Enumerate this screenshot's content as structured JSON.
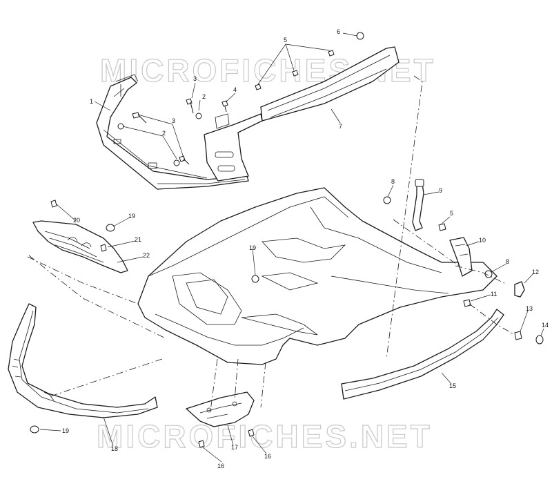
{
  "watermark": {
    "text": "MICROFICHES.NET"
  },
  "callouts": [
    {
      "id": "c1",
      "text": "1"
    },
    {
      "id": "c2a",
      "text": "2"
    },
    {
      "id": "c2b",
      "text": "2"
    },
    {
      "id": "c3a",
      "text": "3"
    },
    {
      "id": "c3b",
      "text": "3"
    },
    {
      "id": "c4",
      "text": "4"
    },
    {
      "id": "c5a",
      "text": "5"
    },
    {
      "id": "c5b",
      "text": "5"
    },
    {
      "id": "c6",
      "text": "6"
    },
    {
      "id": "c7",
      "text": "7"
    },
    {
      "id": "c8a",
      "text": "8"
    },
    {
      "id": "c8b",
      "text": "8"
    },
    {
      "id": "c9",
      "text": "9"
    },
    {
      "id": "c10",
      "text": "10"
    },
    {
      "id": "c11",
      "text": "11"
    },
    {
      "id": "c12",
      "text": "12"
    },
    {
      "id": "c13",
      "text": "13"
    },
    {
      "id": "c14",
      "text": "14"
    },
    {
      "id": "c15",
      "text": "15"
    },
    {
      "id": "c16a",
      "text": "16"
    },
    {
      "id": "c16b",
      "text": "16"
    },
    {
      "id": "c17",
      "text": "17"
    },
    {
      "id": "c18",
      "text": "18"
    },
    {
      "id": "c19a",
      "text": "19"
    },
    {
      "id": "c19b",
      "text": "19"
    },
    {
      "id": "c19c",
      "text": "19"
    },
    {
      "id": "c20",
      "text": "20"
    },
    {
      "id": "c21",
      "text": "21"
    },
    {
      "id": "c22",
      "text": "22"
    }
  ]
}
